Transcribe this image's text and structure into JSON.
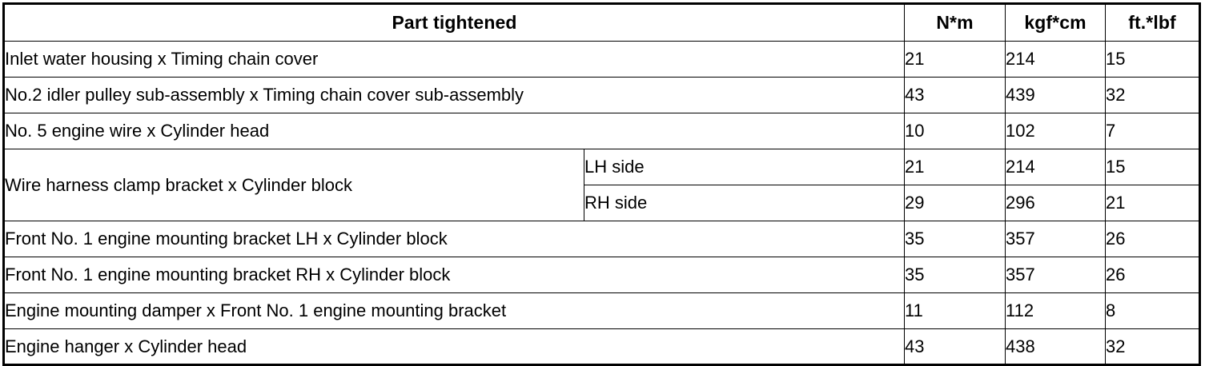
{
  "table": {
    "headers": {
      "part": "Part tightened",
      "nm": "N*m",
      "kgf": "kgf*cm",
      "ftlbf": "ft.*lbf"
    },
    "rows": [
      {
        "part": "Inlet water housing x Timing chain cover",
        "sub": "",
        "nm": "21",
        "kgf": "214",
        "ftlbf": "15"
      },
      {
        "part": "No.2 idler pulley sub-assembly x Timing chain cover sub-assembly",
        "sub": "",
        "nm": "43",
        "kgf": "439",
        "ftlbf": "32"
      },
      {
        "part": "No. 5 engine wire x Cylinder head",
        "sub": "",
        "nm": "10",
        "kgf": "102",
        "ftlbf": "7"
      },
      {
        "part": "Wire harness clamp bracket x Cylinder block",
        "sub": "LH side",
        "nm": "21",
        "kgf": "214",
        "ftlbf": "15"
      },
      {
        "part": "",
        "sub": "RH side",
        "nm": "29",
        "kgf": "296",
        "ftlbf": "21"
      },
      {
        "part": "Front No. 1 engine mounting bracket LH x Cylinder block",
        "sub": "",
        "nm": "35",
        "kgf": "357",
        "ftlbf": "26"
      },
      {
        "part": "Front No. 1 engine mounting bracket RH x Cylinder block",
        "sub": "",
        "nm": "35",
        "kgf": "357",
        "ftlbf": "26"
      },
      {
        "part": "Engine mounting damper x Front No. 1 engine mounting bracket",
        "sub": "",
        "nm": "11",
        "kgf": "112",
        "ftlbf": "8"
      },
      {
        "part": "Engine hanger x Cylinder head",
        "sub": "",
        "nm": "43",
        "kgf": "438",
        "ftlbf": "32"
      }
    ]
  },
  "colors": {
    "border": "#000000",
    "background": "#ffffff",
    "text": "#000000"
  }
}
